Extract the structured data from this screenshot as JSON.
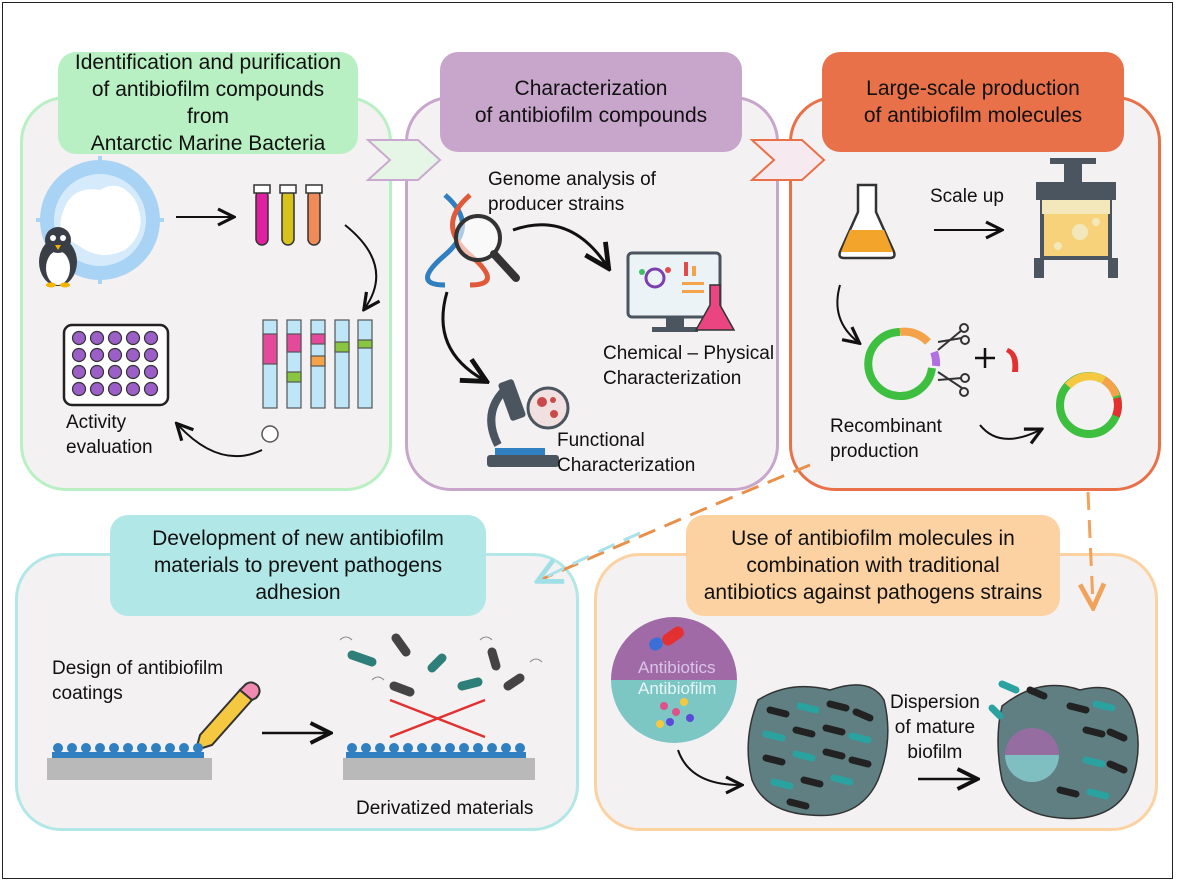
{
  "panels": {
    "p1": {
      "title": "Identification and purification\nof antibiofilm compounds from\nAntarctic Marine Bacteria",
      "activity_label": "Activity\nevaluation",
      "color": "#b9f0c3",
      "border": "#b9f0c3"
    },
    "p2": {
      "title": "Characterization\nof antibiofilm compounds",
      "genome_label": "Genome analysis of\nproducer strains",
      "chem_label": "Chemical – Physical\nCharacterization",
      "func_label": "Functional\nCharacterization",
      "color": "#c8a6cc",
      "border": "#c8a6cc"
    },
    "p3": {
      "title": "Large-scale production\nof antibiofilm molecules",
      "scale_label": "Scale up",
      "recomb_label": "Recombinant\nproduction",
      "color": "#e8714a",
      "border": "#e8714a"
    },
    "p4": {
      "title": "Development of new antibiofilm\nmaterials to prevent pathogens\nadhesion",
      "design_label": "Design of antibiofilm\ncoatings",
      "deriv_label": "Derivatized materials",
      "color": "#b2e7e7",
      "border": "#b2e7e7"
    },
    "p5": {
      "title": "Use of antibiofilm molecules in\ncombination with traditional\nantibiotics against pathogens strains",
      "disp_label": "Dispersion\nof mature\nbiofilm",
      "antibiotics_label": "Antibiotics",
      "antibiofilm_label": "Antibiofilm",
      "color": "#fcd2a3",
      "border": "#fcd2a3"
    }
  }
}
